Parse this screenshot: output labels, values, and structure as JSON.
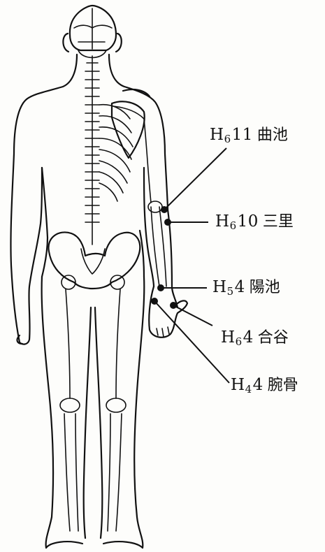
{
  "acupoints": [
    {
      "id": "quchi",
      "code_letter": "H",
      "code_sub": "6",
      "code_num": "11",
      "name": "曲池"
    },
    {
      "id": "sanli",
      "code_letter": "H",
      "code_sub": "6",
      "code_num": "10",
      "name": "三里"
    },
    {
      "id": "yangchi",
      "code_letter": "H",
      "code_sub": "5",
      "code_num": "4",
      "name": "陽池"
    },
    {
      "id": "hegu",
      "code_letter": "H",
      "code_sub": "6",
      "code_num": "4",
      "name": "合谷"
    },
    {
      "id": "wangu",
      "code_letter": "H",
      "code_sub": "4",
      "code_num": "4",
      "name": "腕骨"
    }
  ],
  "colors": {
    "ink": "#111111",
    "paper": "#fdfdfb"
  }
}
